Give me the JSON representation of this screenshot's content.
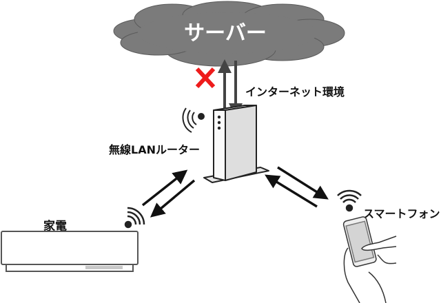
{
  "diagram": {
    "server_label": "サーバー",
    "internet_label": "インターネット環境",
    "router_label": "無線LANルーター",
    "appliance_label": "家電",
    "smartphone_label": "スマートフォン",
    "blocked_icon": "red-x-icon",
    "colors": {
      "cloud": "#7b7b7b",
      "blocked": "#ee1c1c",
      "arrow": "#111111",
      "device": "#e4e4e4"
    }
  }
}
